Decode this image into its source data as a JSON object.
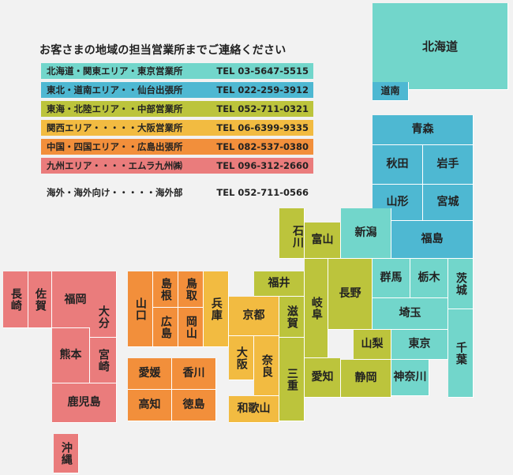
{
  "colors": {
    "hokkaido_kanto": "#72d6cb",
    "tohoku_donan": "#4eb8d2",
    "tokai_hokuriku": "#bcc43c",
    "kansai": "#f2bb41",
    "chugoku_shikoku": "#f28f3b",
    "kyushu": "#ea7c7c",
    "text": "#222222",
    "background": "#f2f2f2"
  },
  "header": {
    "title": "お客さまの地域の担当営業所までご連絡ください"
  },
  "contacts": [
    {
      "area": "北海道・関東エリア・東京営業所",
      "tel": "TEL 03-5647-5515"
    },
    {
      "area": "東北・道南エリア・・仙台出張所",
      "tel": "TEL 022-259-3912"
    },
    {
      "area": "東海・北陸エリア・・中部営業所",
      "tel": "TEL 052-711-0321"
    },
    {
      "area": "関西エリア・・・・・大阪営業所",
      "tel": "TEL 06-6399-9335"
    },
    {
      "area": "中国・四国エリア・・広島出張所",
      "tel": "TEL 082-537-0380"
    },
    {
      "area": "九州エリア・・・・エムラ九州㈱",
      "tel": "TEL 096-312-2660"
    },
    {
      "area": "海外・海外向け・・・・・海外部",
      "tel": "TEL  052-711-0566"
    }
  ],
  "map": {
    "hokkaido": "北海道",
    "donan": "道南",
    "aomori": "青森",
    "akita": "秋田",
    "iwate": "岩手",
    "yamagata": "山形",
    "miyagi": "宮城",
    "fukushima": "福島",
    "ishikawa": "石川",
    "toyama": "富山",
    "niigata": "新潟",
    "gunma": "群馬",
    "tochigi": "栃木",
    "ibaraki": "茨城",
    "saitama": "埼玉",
    "yamanashi": "山梨",
    "tokyo": "東京",
    "kanagawa": "神奈川",
    "chiba": "千葉",
    "fukui": "福井",
    "shiga": "滋賀",
    "gifu": "岐阜",
    "nagano": "長野",
    "mie": "三重",
    "aichi": "愛知",
    "shizuoka": "静岡",
    "kyoto": "京都",
    "hyogo": "兵庫",
    "osaka": "大阪",
    "nara": "奈良",
    "wakayama": "和歌山",
    "yamaguchi": "山口",
    "shimane": "島根",
    "tottori": "鳥取",
    "hiroshima": "広島",
    "okayama": "岡山",
    "ehime": "愛媛",
    "kagawa": "香川",
    "kochi": "高知",
    "tokushima": "徳島",
    "nagasaki": "長崎",
    "saga": "佐賀",
    "fukuoka": "福岡",
    "oita": "大分",
    "kumamoto": "熊本",
    "miyazaki": "宮崎",
    "kagoshima": "鹿児島",
    "okinawa": "沖縄"
  }
}
